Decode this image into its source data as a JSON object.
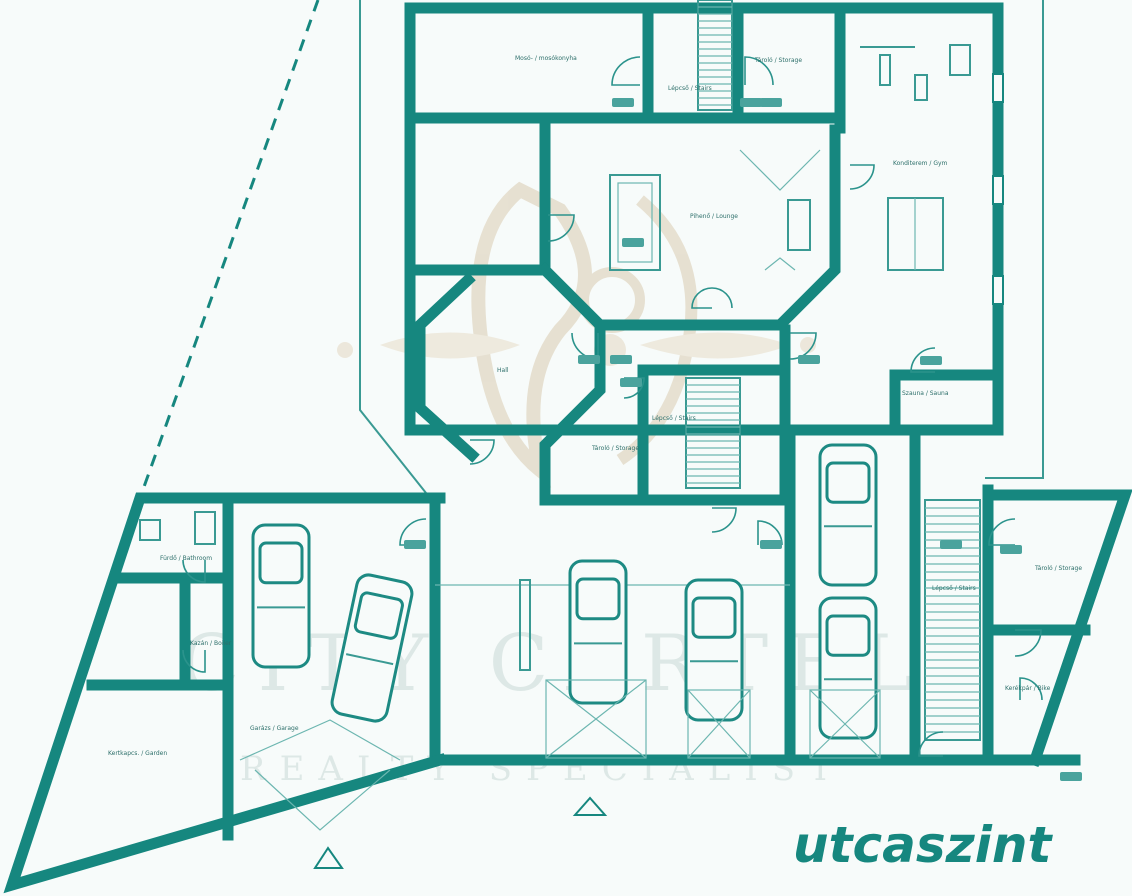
{
  "label": {
    "text": "utcaszint"
  },
  "watermark": {
    "line1": "CITY CARTEL",
    "line2": "REALTY SPECIALIST"
  },
  "colors": {
    "wall": "#16877f",
    "background": "#f7fbfa",
    "watermark": "#c9d9d6"
  },
  "rooms": [
    {
      "id": "laundry",
      "name": "Mosó- / mosókonyha"
    },
    {
      "id": "stair-top",
      "name": "Lépcső / Stairs"
    },
    {
      "id": "storage-top",
      "name": "Tároló / Storage"
    },
    {
      "id": "gym",
      "name": "Konditerem / Gym"
    },
    {
      "id": "living-main",
      "name": "Pihenő / Lounge"
    },
    {
      "id": "hall-left",
      "name": "Hall"
    },
    {
      "id": "stair-center",
      "name": "Lépcső / Stairs"
    },
    {
      "id": "storage-center",
      "name": "Tároló / Storage"
    },
    {
      "id": "sauna",
      "name": "Szauna / Sauna"
    },
    {
      "id": "bath-left",
      "name": "Fürdő / Bathroom"
    },
    {
      "id": "boiler",
      "name": "Kazán / Boiler"
    },
    {
      "id": "garage-left",
      "name": "Garázs / Garage"
    },
    {
      "id": "garden-room",
      "name": "Kertkapcs. / Garden"
    },
    {
      "id": "stair-right",
      "name": "Lépcső / Stairs"
    },
    {
      "id": "storage-right",
      "name": "Tároló / Storage"
    },
    {
      "id": "bike",
      "name": "Kerékpár / Bike"
    }
  ]
}
